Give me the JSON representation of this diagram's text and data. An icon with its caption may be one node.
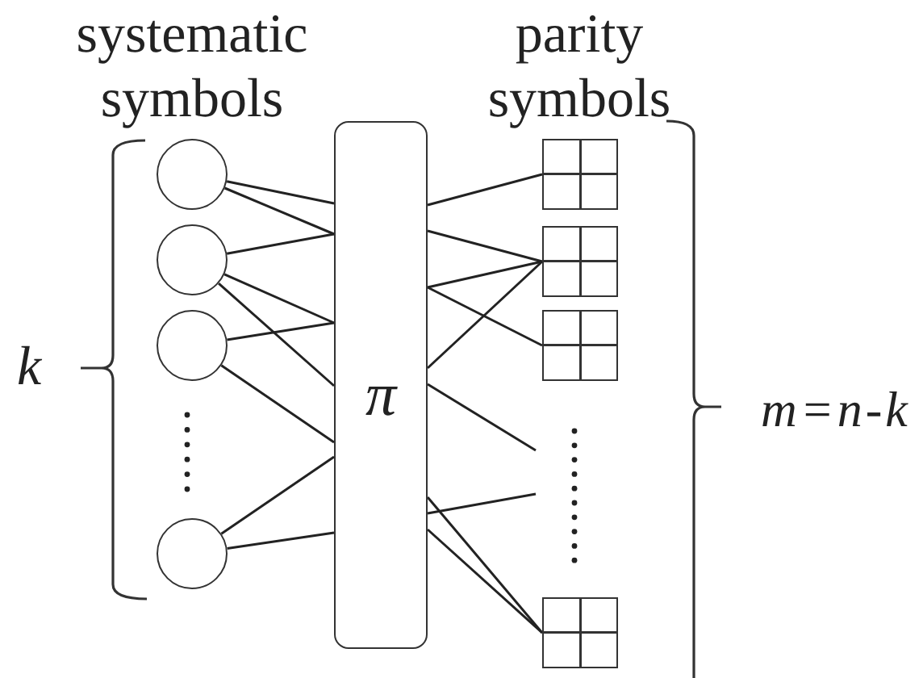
{
  "diagram": {
    "nodes": [
      {
        "text": [],
        "shape": "circle"
      },
      {
        "text": [],
        "shape": "circle"
      },
      {
        "text": [],
        "shape": "circle"
      },
      {
        "text": [],
        "shape": "circle"
      },
      {
        "text": [
          "π"
        ]
      },
      {
        "text": [],
        "shape": "box"
      },
      {
        "text": [],
        "shape": "box"
      },
      {
        "text": [],
        "shape": "box"
      },
      {
        "text": [],
        "shape": "box"
      }
    ],
    "edges": [
      {
        "from": 0,
        "to": 4,
        "arrow": "none"
      },
      {
        "from": 0,
        "to": 4,
        "arrow": "none"
      },
      {
        "from": 1,
        "to": 4,
        "arrow": "none"
      },
      {
        "from": 1,
        "to": 4,
        "arrow": "none"
      },
      {
        "from": 1,
        "to": 4,
        "arrow": "none"
      },
      {
        "from": 2,
        "to": 4,
        "arrow": "none"
      },
      {
        "from": 2,
        "to": 4,
        "arrow": "none"
      },
      {
        "from": 3,
        "to": 4,
        "arrow": "none"
      },
      {
        "from": 3,
        "to": 4,
        "arrow": "none"
      },
      {
        "from": 4,
        "to": 5,
        "arrow": "none"
      },
      {
        "from": 4,
        "to": 6,
        "arrow": "none"
      },
      {
        "from": 4,
        "to": 6,
        "arrow": "none"
      },
      {
        "from": 4,
        "to": 7,
        "arrow": "none"
      },
      {
        "from": 4,
        "to": 6,
        "arrow": "none"
      },
      {
        "from": 4,
        "to": null,
        "arrow": "none"
      },
      {
        "from": 4,
        "to": 8,
        "arrow": "none"
      },
      {
        "from": 4,
        "to": null,
        "arrow": "none"
      },
      {
        "from": 4,
        "to": 8,
        "arrow": "none"
      }
    ],
    "labels": [
      "systematic symbols",
      "parity symbols",
      "k",
      "m=n-k"
    ]
  }
}
